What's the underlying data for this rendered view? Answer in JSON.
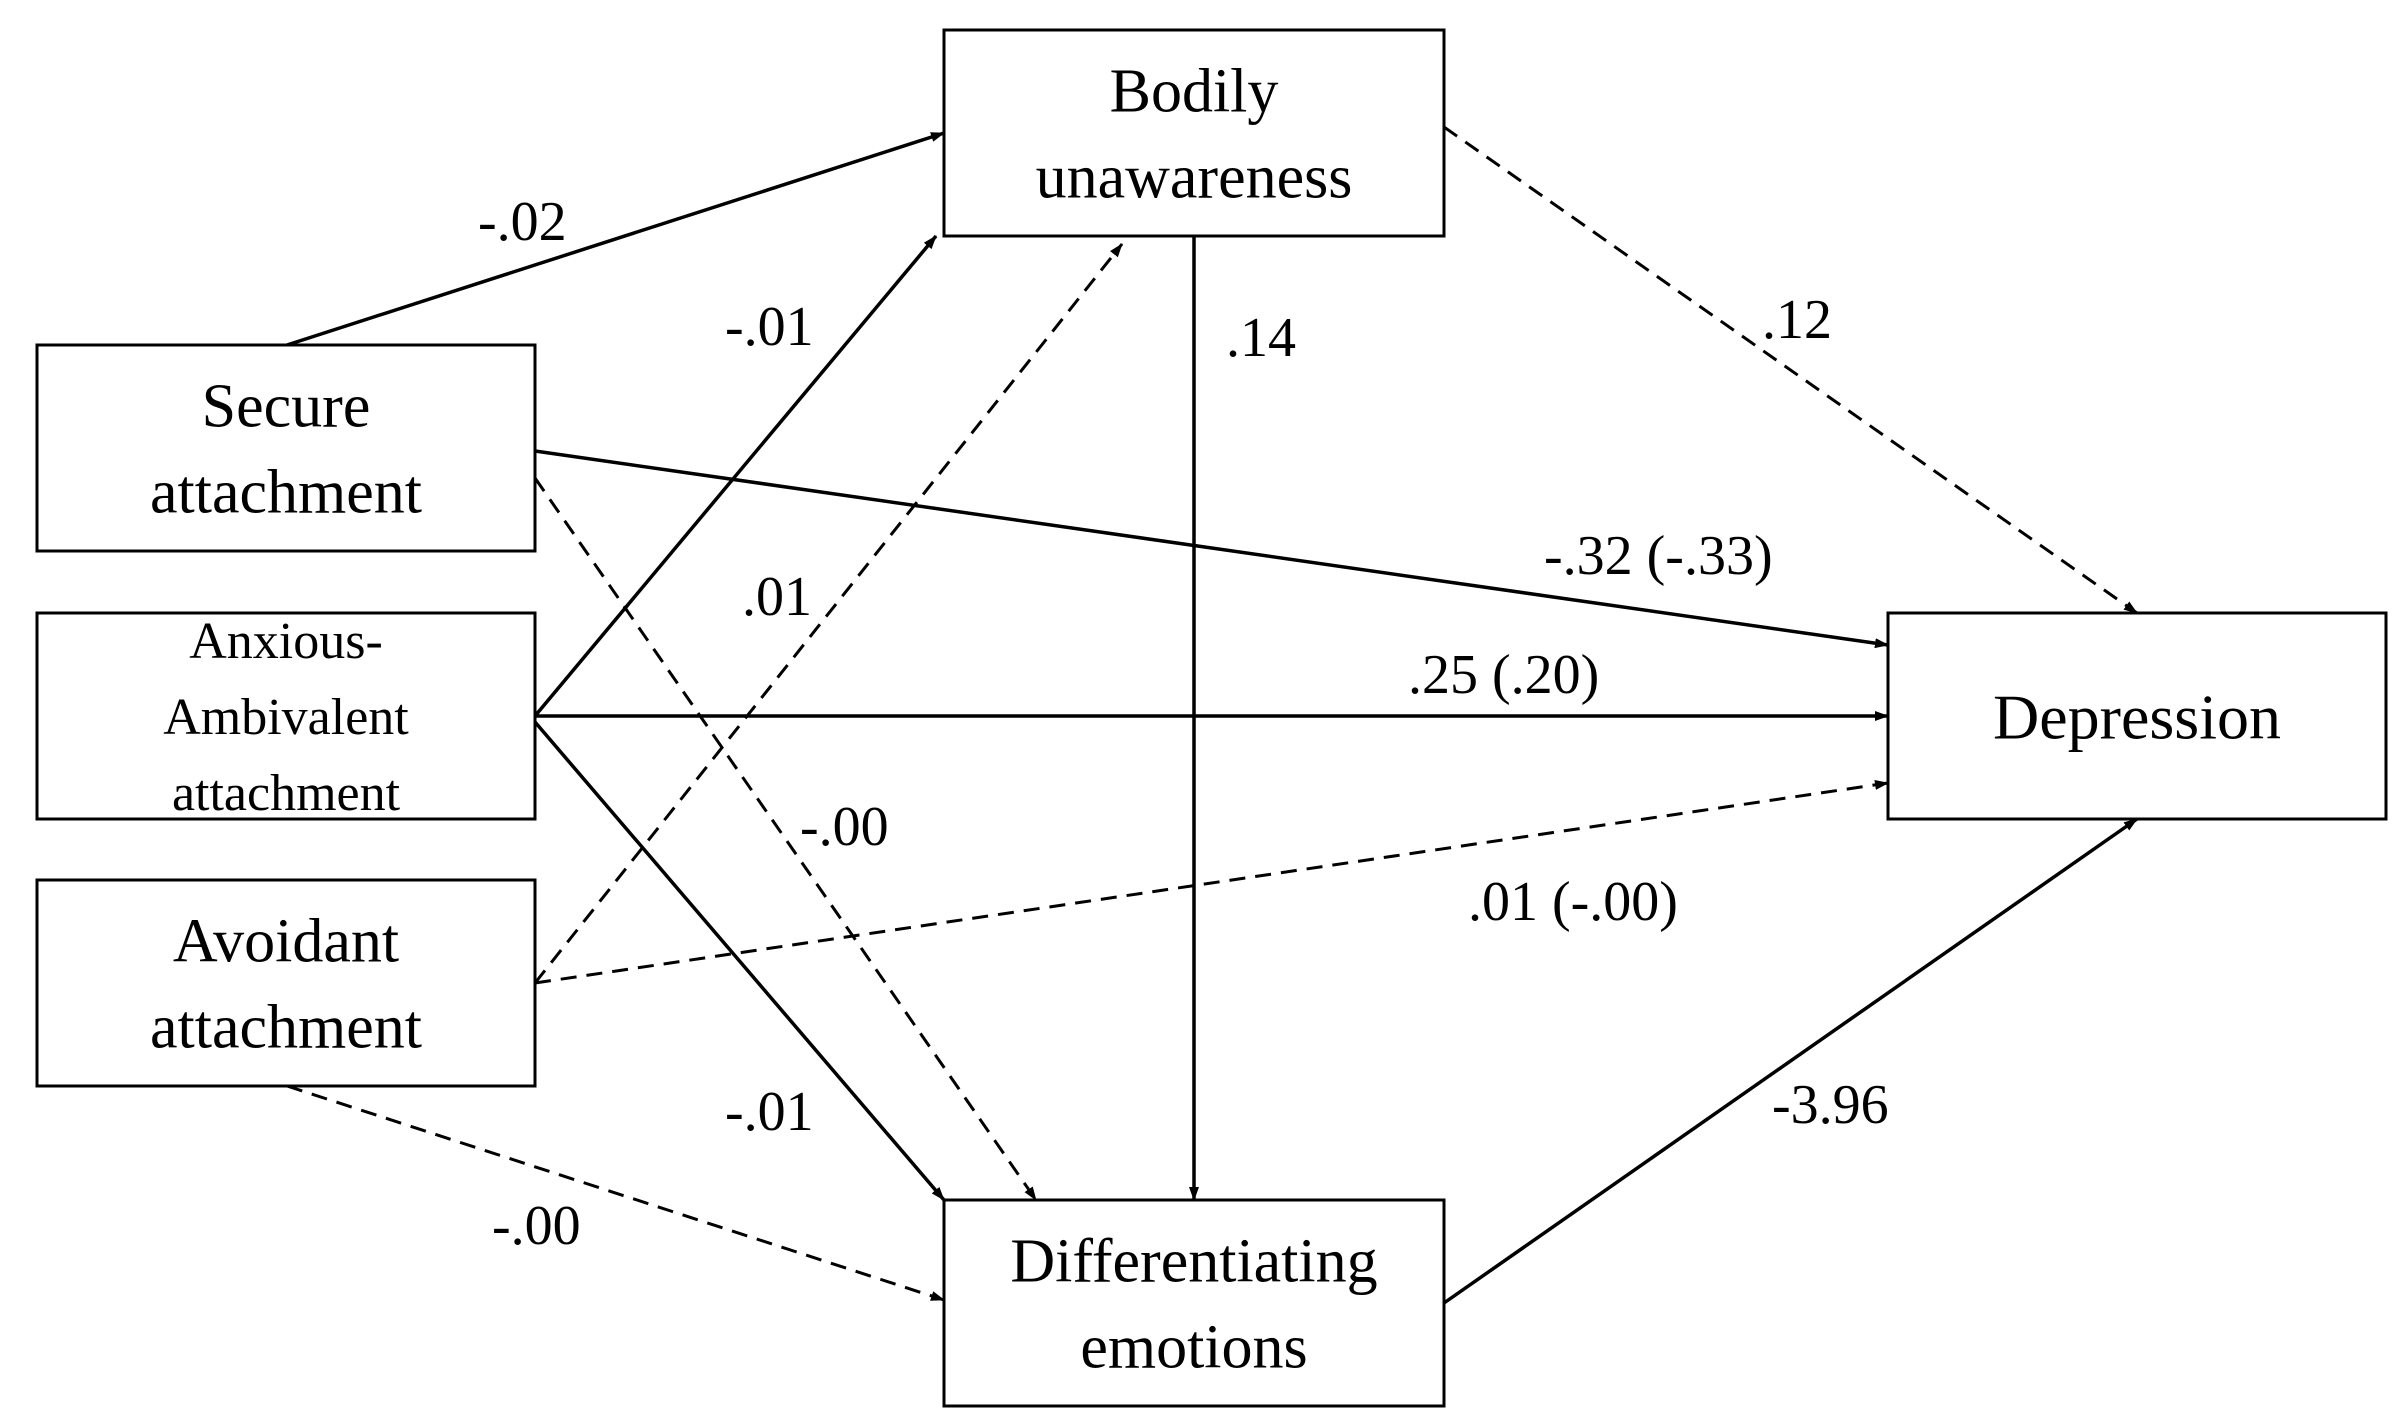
{
  "nodes": {
    "bodily": {
      "lines": [
        "Bodily",
        "unawareness"
      ]
    },
    "secure": {
      "lines": [
        "Secure",
        "attachment"
      ]
    },
    "anxious": {
      "lines": [
        "Anxious-",
        "Ambivalent",
        "attachment"
      ]
    },
    "avoidant": {
      "lines": [
        "Avoidant",
        "attachment"
      ]
    },
    "depression": {
      "lines": [
        "Depression"
      ]
    },
    "differentiating": {
      "lines": [
        "Differentiating",
        "emotions"
      ]
    }
  },
  "edges": [
    {
      "from": "secure",
      "to": "bodily",
      "style": "solid",
      "label": "-.02"
    },
    {
      "from": "anxious",
      "to": "bodily",
      "style": "solid",
      "label": "-.01"
    },
    {
      "from": "avoidant",
      "to": "bodily",
      "style": "dashed",
      "label": ".01"
    },
    {
      "from": "bodily",
      "to": "differentiating",
      "style": "solid",
      "label": ".14"
    },
    {
      "from": "bodily",
      "to": "depression",
      "style": "dashed",
      "label": ".12"
    },
    {
      "from": "secure",
      "to": "depression",
      "style": "solid",
      "label": "-.32 (-.33)"
    },
    {
      "from": "anxious",
      "to": "depression",
      "style": "solid",
      "label": ".25 (.20)"
    },
    {
      "from": "avoidant",
      "to": "depression",
      "style": "dashed",
      "label": ".01 (-.00)"
    },
    {
      "from": "secure",
      "to": "differentiating",
      "style": "dashed",
      "label": "-.00"
    },
    {
      "from": "anxious",
      "to": "differentiating",
      "style": "solid",
      "label": "-.01"
    },
    {
      "from": "avoidant",
      "to": "differentiating",
      "style": "dashed",
      "label": "-.00"
    },
    {
      "from": "differentiating",
      "to": "depression",
      "style": "solid",
      "label": "-3.96"
    }
  ]
}
